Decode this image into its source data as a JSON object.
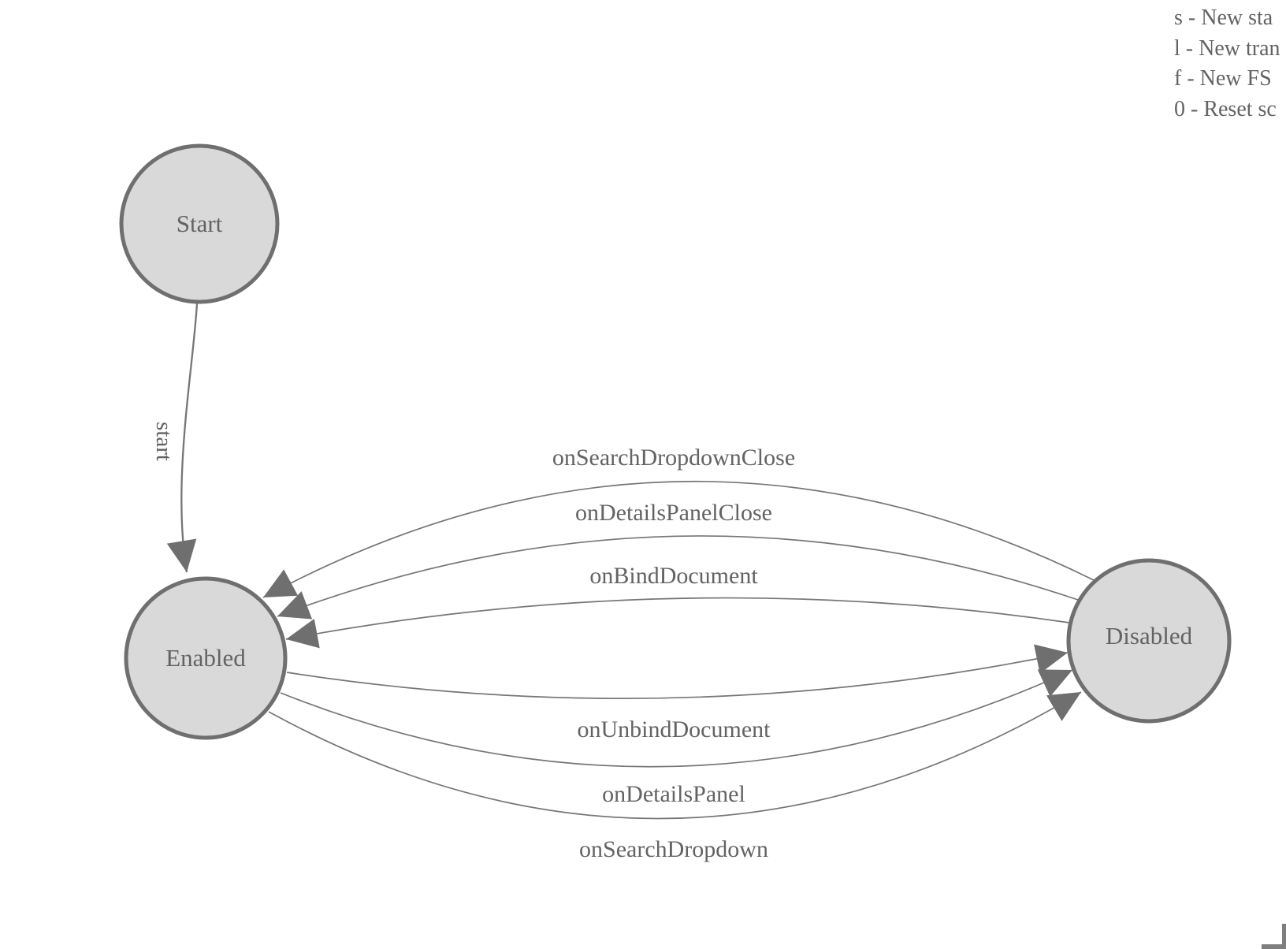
{
  "legend": {
    "lines": [
      "s - New sta",
      "l - New tran",
      "f - New FS",
      "0 - Reset sc"
    ]
  },
  "nodes": {
    "start": {
      "label": "Start"
    },
    "enabled": {
      "label": "Enabled"
    },
    "disabled": {
      "label": "Disabled"
    }
  },
  "edges": {
    "start": {
      "label": "start",
      "from": "Start",
      "to": "Enabled"
    },
    "disabled_to_enabled": [
      {
        "label": "onSearchDropdownClose"
      },
      {
        "label": "onDetailsPanelClose"
      },
      {
        "label": "onBindDocument"
      }
    ],
    "enabled_to_disabled": [
      {
        "label": "onUnbindDocument"
      },
      {
        "label": "onDetailsPanel"
      },
      {
        "label": "onSearchDropdown"
      }
    ]
  },
  "colors": {
    "node_fill": "#d9d9d9",
    "node_stroke": "#6f6f6f",
    "edge": "#767676",
    "arrow": "#6f6f6f",
    "text": "#636363",
    "corner": "#7f7f7f"
  }
}
